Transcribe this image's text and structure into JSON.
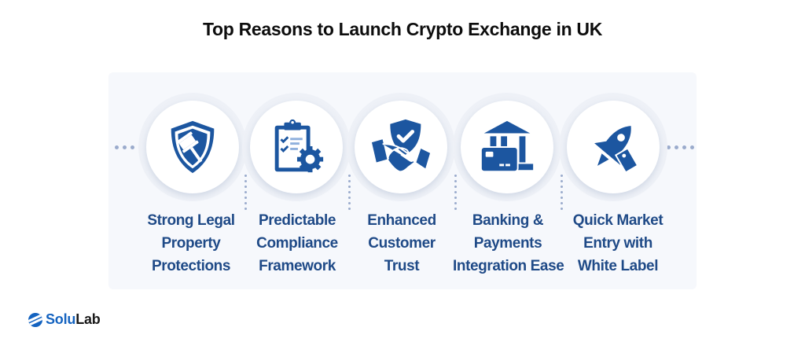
{
  "title": "Top Reasons to Launch Crypto Exchange in UK",
  "colors": {
    "icon_blue": "#1c56a0",
    "label_blue": "#1f4a87",
    "dot_gray": "#9aabcc",
    "panel_bg": "#f6f8fc"
  },
  "reasons": [
    {
      "icon": "shield-gavel-icon",
      "lines": [
        "Strong Legal",
        "Property",
        "Protections"
      ]
    },
    {
      "icon": "clipboard-gear-icon",
      "lines": [
        "Predictable",
        "Compliance",
        "Framework"
      ]
    },
    {
      "icon": "handshake-shield-icon",
      "lines": [
        "Enhanced",
        "Customer",
        "Trust"
      ]
    },
    {
      "icon": "bank-card-icon",
      "lines": [
        "Banking &",
        "Payments",
        "Integration Ease"
      ]
    },
    {
      "icon": "rocket-tag-icon",
      "lines": [
        "Quick Market",
        "Entry with",
        "White Label"
      ]
    }
  ],
  "brand": {
    "part1": "Solu",
    "part2": "Lab"
  }
}
